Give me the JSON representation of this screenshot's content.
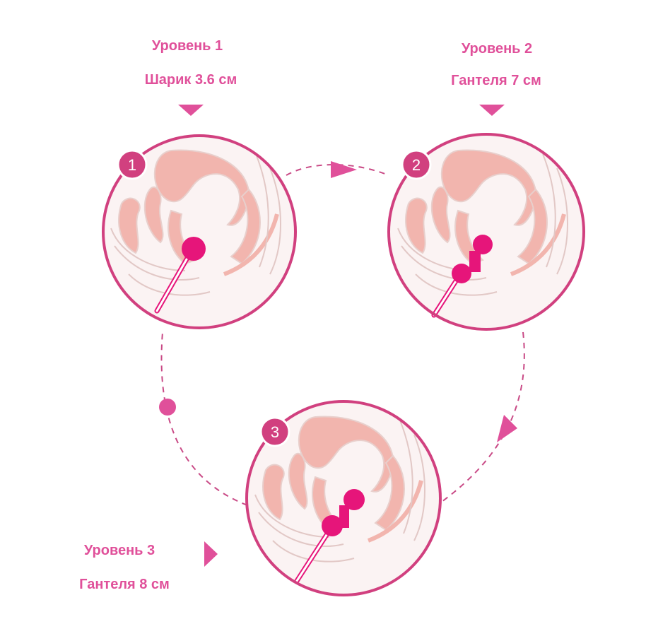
{
  "levels": [
    {
      "number": "1",
      "title": "Уровень 1",
      "size": "Шарик 3.6 см",
      "device": "ball"
    },
    {
      "number": "2",
      "title": "Уровень 2",
      "size": "Гантеля 7 см",
      "device": "dumbbell"
    },
    {
      "number": "3",
      "title": "Уровень 3",
      "size": "Гантеля 8 см",
      "device": "dumbbell"
    }
  ],
  "colors": {
    "accent": "#e0509a",
    "device": "#e6157a",
    "anatomy_fill": "#f2b5ae",
    "anatomy_line": "#e2c8c6",
    "circle_bg": "#fbf3f3"
  },
  "icons": [
    "triangle-pointer-icon",
    "dashed-arrow-icon",
    "number-badge-icon"
  ]
}
